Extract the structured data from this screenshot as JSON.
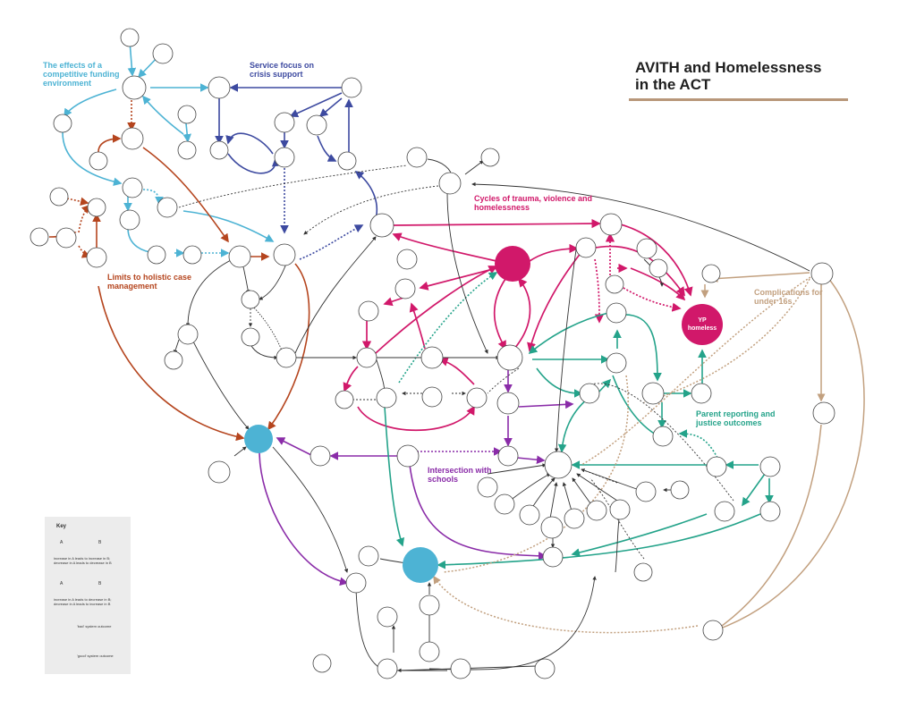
{
  "title": {
    "line1": "AVITH and Homelessness",
    "line2": "in the ACT"
  },
  "colors": {
    "competitive_funding": "#4db3d4",
    "crisis_support": "#3d4aa0",
    "case_management": "#b5451e",
    "trauma_cycles": "#d1186a",
    "under_16s": "#c2a07f",
    "justice_outcomes": "#24a38a",
    "schools": "#8a2ca8",
    "neutral": "#333333",
    "bad_outcome": "#d1186a",
    "good_outcome": "#4db3d4"
  },
  "section_labels": {
    "competitive_funding": "The effects of a competitive funding environment",
    "crisis_support": "Service focus on crisis support",
    "case_management": "Limits to holistic case management",
    "trauma_cycles": "Cycles of trauma, violence and homelessness",
    "under_16s": "Complications for under 16s",
    "justice_outcomes": "Parent reporting and justice outcomes",
    "schools": "Intersection with schools"
  },
  "outcome_nodes": {
    "yp_homeless": "YP homeless"
  },
  "key": {
    "title": "Key",
    "node_a": "A",
    "node_b": "B",
    "same_direction_note": "increase in A leads to increase in B; decrease in A leads to decrease in B",
    "opposite_direction_note": "increase in A leads to decrease in B; decrease in A leads to increase in B",
    "bad_label": "'bad' system outcome",
    "good_label": "'good' system outcome"
  }
}
